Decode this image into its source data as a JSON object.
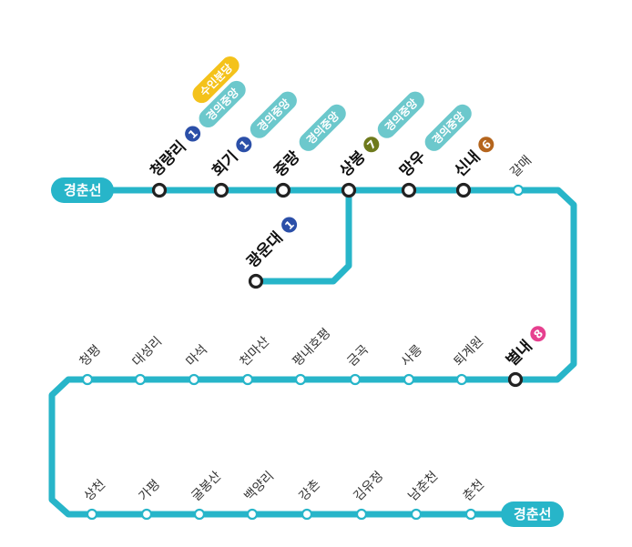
{
  "line": {
    "name_start": "경춘선",
    "name_end": "경춘선",
    "color": "#27b5c9"
  },
  "colors": {
    "line1": "#2b4fa8",
    "line6": "#b5651d",
    "line7": "#6e7a1c",
    "line8": "#e6408f",
    "gyeongui": "#6cc8cc",
    "suin": "#f4c21b"
  },
  "stations": {
    "cheongnyangni": {
      "name": "청량리",
      "lines": [
        "1"
      ],
      "transfers": [
        "경의중앙",
        "수인분당"
      ]
    },
    "hoegi": {
      "name": "회기",
      "lines": [
        "1"
      ],
      "transfers": [
        "경의중앙"
      ]
    },
    "jungnang": {
      "name": "중랑",
      "lines": [],
      "transfers": [
        "경의중앙"
      ]
    },
    "sangbong": {
      "name": "상봉",
      "lines": [
        "7"
      ],
      "transfers": [
        "경의중앙"
      ]
    },
    "mangu": {
      "name": "망우",
      "lines": [],
      "transfers": [
        "경의중앙"
      ]
    },
    "sinnae": {
      "name": "신내",
      "lines": [
        "6"
      ],
      "transfers": []
    },
    "galmae": {
      "name": "갈매"
    },
    "gwangundae": {
      "name": "광운대",
      "lines": [
        "1"
      ]
    },
    "byeollae": {
      "name": "별내",
      "lines": [
        "8"
      ]
    },
    "toegyewon": {
      "name": "퇴계원"
    },
    "sareung": {
      "name": "사릉"
    },
    "geumgok": {
      "name": "금곡"
    },
    "pyeongnae": {
      "name": "평내호평"
    },
    "cheonmasan": {
      "name": "천마산"
    },
    "maseok": {
      "name": "마석"
    },
    "daeseongni": {
      "name": "대성리"
    },
    "cheongpyeong": {
      "name": "청평"
    },
    "sangcheon": {
      "name": "상천"
    },
    "gapyeong": {
      "name": "가평"
    },
    "gulbongsan": {
      "name": "굴봉산"
    },
    "baegyangni": {
      "name": "백양리"
    },
    "gangchon": {
      "name": "강촌"
    },
    "gimyujeong": {
      "name": "김유정"
    },
    "namchuncheon": {
      "name": "남춘천"
    },
    "chuncheon": {
      "name": "춘천"
    }
  }
}
